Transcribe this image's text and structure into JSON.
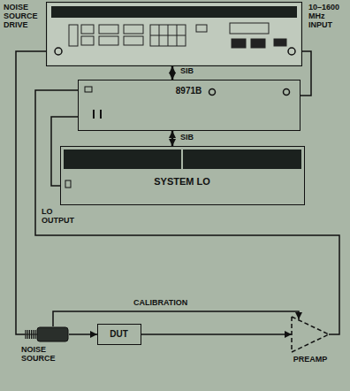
{
  "diagram": {
    "nodes": [
      {
        "text": [
          "NOISE SOURCE DRIVE",
          "10–1600 MHz INPUT"
        ]
      },
      {
        "text": [
          "8971B"
        ]
      },
      {
        "text": [
          "SYSTEM LO"
        ]
      },
      {
        "text": [
          "NOISE SOURCE"
        ]
      },
      {
        "text": [
          "DUT"
        ]
      },
      {
        "text": [
          "PREAMP"
        ]
      }
    ],
    "edges": [
      {
        "from": 0,
        "to": 1,
        "arrow": "both",
        "label": "SIB"
      },
      {
        "from": 1,
        "to": 2,
        "arrow": "both",
        "label": "SIB"
      },
      {
        "from": 3,
        "to": 4,
        "arrow": "to"
      },
      {
        "from": 3,
        "to": 5,
        "arrow": "to",
        "label": "CALIBRATION"
      },
      {
        "from": 4,
        "to": 5,
        "arrow": "to"
      },
      {
        "from": 1,
        "to": 0,
        "arrow": "none"
      },
      {
        "from": 5,
        "to": 1,
        "arrow": "none"
      },
      {
        "from": 0,
        "to": 3,
        "arrow": "none"
      },
      {
        "from": 2,
        "to": 1,
        "arrow": "none"
      }
    ],
    "labels": [
      "LO OUTPUT"
    ]
  }
}
